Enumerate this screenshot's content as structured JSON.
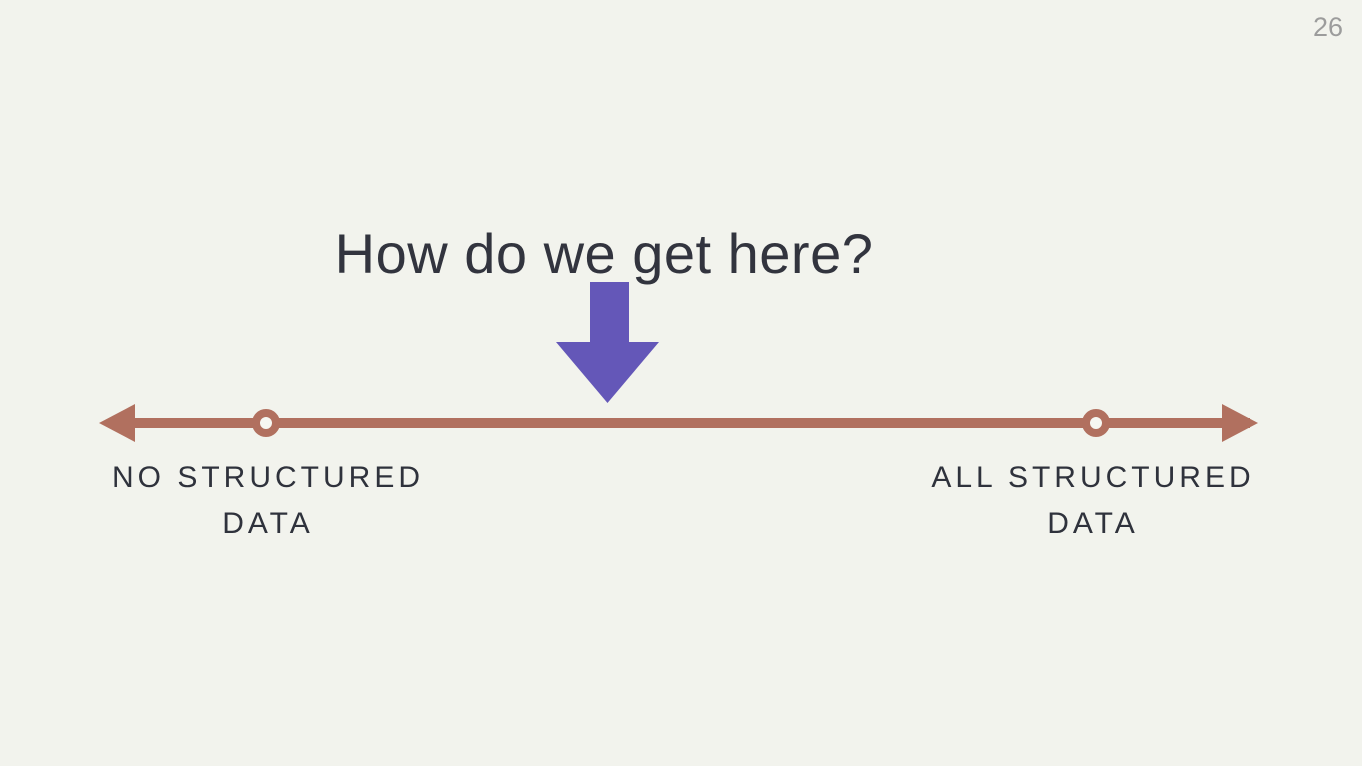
{
  "page_number": "26",
  "title": "How do we get here?",
  "arrow": {
    "direction": "down",
    "color": "#6457b8"
  },
  "spectrum": {
    "color": "#b1705f",
    "left_label": {
      "line1": "NO STRUCTURED",
      "line2": "DATA"
    },
    "right_label": {
      "line1": "ALL STRUCTURED",
      "line2": "DATA"
    }
  },
  "colors": {
    "background": "#f2f3ed",
    "text": "#32343e",
    "page_number": "#9c9c9c",
    "accent_purple": "#6457b8",
    "accent_terracotta": "#b1705f"
  }
}
